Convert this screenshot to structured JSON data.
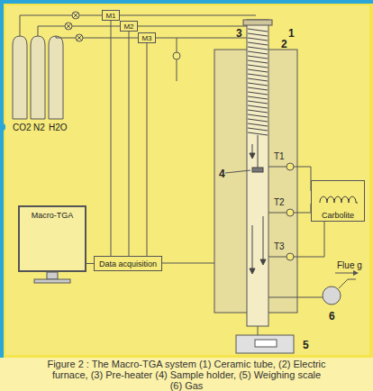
{
  "diagram": {
    "caption": "Figure 2 : The Macro-TGA system (1) Ceramic tube, (2) Electric furnace, (3) Pre-heater (4) Sample holder, (5) Weighing scale (6) Gas",
    "nodes": [
      {
        "text": [
          "M1"
        ]
      },
      {
        "text": [
          "M2"
        ]
      },
      {
        "text": [
          "M3"
        ]
      },
      {
        "text": [
          "Macro-TGA"
        ]
      },
      {
        "text": [
          "Data acquisition"
        ]
      },
      {
        "text": [
          "Carbolite"
        ]
      }
    ],
    "edges": [
      {
        "from": 0,
        "to": 4,
        "arrow": "none"
      },
      {
        "from": 1,
        "to": 4,
        "arrow": "none"
      },
      {
        "from": 2,
        "to": 4,
        "arrow": "none"
      },
      {
        "from": 4,
        "to": 3,
        "arrow": "none"
      }
    ],
    "labels": [
      "CO2",
      "N2",
      "H2O",
      "1",
      "2",
      "3",
      "4",
      "T1",
      "T2",
      "T3",
      "5",
      "6",
      "Flue g"
    ]
  }
}
